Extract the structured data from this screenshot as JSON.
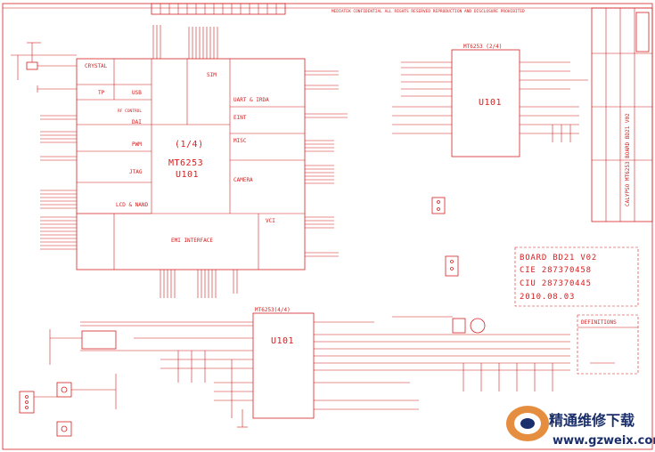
{
  "header_note": "MEDIATEK CONFIDENTIAL   ALL RIGHTS RESERVED REPRODUCTION AND DISCLOSURE PROHIBITED",
  "chip_main": {
    "part_label": "(1/4)",
    "chip": "MT6253",
    "ref": "U101",
    "sections": {
      "crystal": "CRYSTAL",
      "tp": "TP",
      "usb": "USB",
      "sim": "SIM",
      "uart_irda": "UART & IRDA",
      "rf_control": "RF CONTROL",
      "dai": "DAI",
      "pwm": "PWM",
      "eint": "EINT",
      "misc": "MISC",
      "camera": "CAMERA",
      "jtag": "JTAG",
      "lcd_nand": "LCD & NAND",
      "emi": "EMI INTERFACE",
      "vci": "VCI"
    }
  },
  "chip_audio": {
    "part_label": "MT6253 (2/4)",
    "ref": "U101"
  },
  "chip_power": {
    "part_label": "MT6253(4/4)",
    "ref": "U101"
  },
  "board_info": {
    "board": "BOARD BD21 V02",
    "cie": "CIE 287370458",
    "ciu": "CIU 287370445",
    "date": "2010.08.03"
  },
  "definitions_title": "DEFINITIONS",
  "title_block_vertical": "CALYPSO  MT6253  BOARD  BD21  V02",
  "watermark": {
    "cn": "精通维修下载",
    "url": "www.gzweix.com"
  },
  "colors": {
    "schematic": "#d42020",
    "watermark": "#1a2f6b",
    "watermark_accent": "#e27a1f"
  }
}
